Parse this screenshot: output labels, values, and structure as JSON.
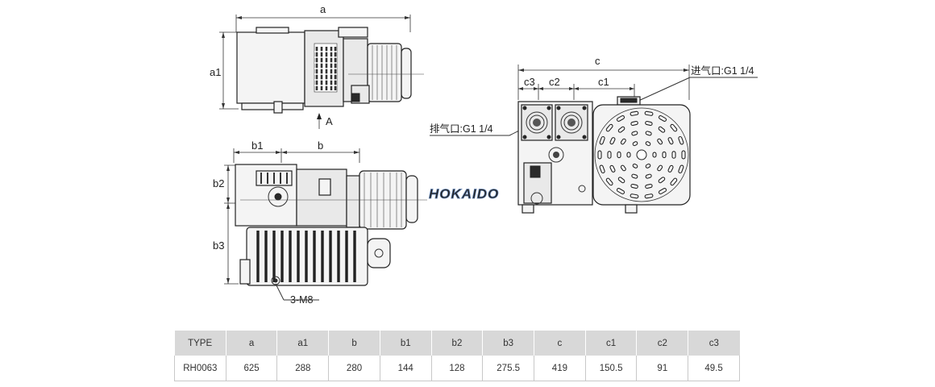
{
  "logo": "HOKAIDO",
  "view_label": "A",
  "thread_callout": "3-M8",
  "inlet_callout": "进气口:G1 1/4",
  "outlet_callout": "排气口:G1 1/4",
  "dims": {
    "a": "a",
    "a1": "a1",
    "b": "b",
    "b1": "b1",
    "b2": "b2",
    "b3": "b3",
    "c": "c",
    "c1": "c1",
    "c2": "c2",
    "c3": "c3"
  },
  "table": {
    "headers": [
      "TYPE",
      "a",
      "a1",
      "b",
      "b1",
      "b2",
      "b3",
      "c",
      "c1",
      "c2",
      "c3"
    ],
    "rows": [
      [
        "RH0063",
        "625",
        "288",
        "280",
        "144",
        "128",
        "275.5",
        "419",
        "150.5",
        "91",
        "49.5"
      ]
    ]
  }
}
